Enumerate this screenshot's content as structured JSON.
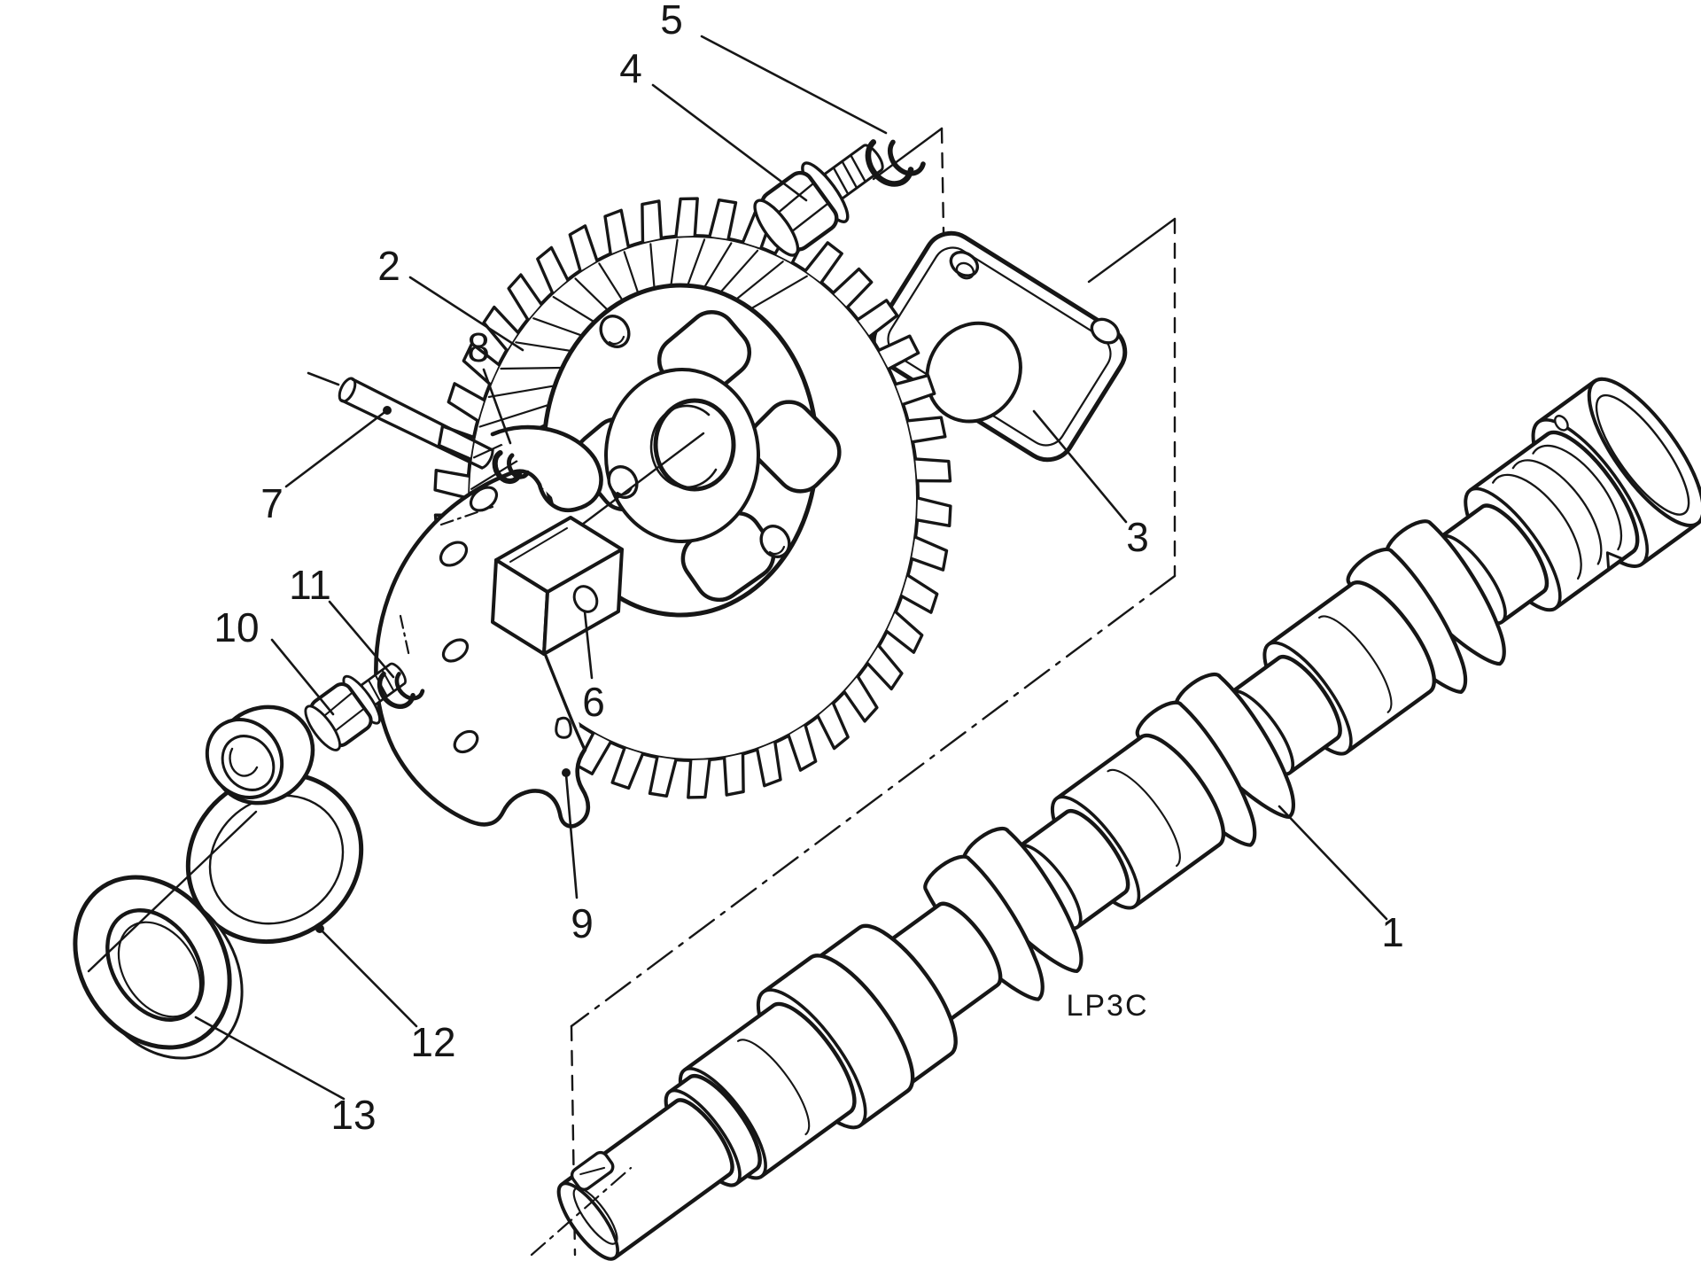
{
  "figure": {
    "code": "LP3C",
    "colors": {
      "line": "#161616",
      "background": "#ffffff"
    }
  },
  "callouts": [
    {
      "text": "1"
    },
    {
      "text": "2"
    },
    {
      "text": "3"
    },
    {
      "text": "4"
    },
    {
      "text": "5"
    },
    {
      "text": "6"
    },
    {
      "text": "7"
    },
    {
      "text": "8"
    },
    {
      "text": "9"
    },
    {
      "text": "10"
    },
    {
      "text": "11"
    },
    {
      "text": "12"
    },
    {
      "text": "13"
    }
  ]
}
